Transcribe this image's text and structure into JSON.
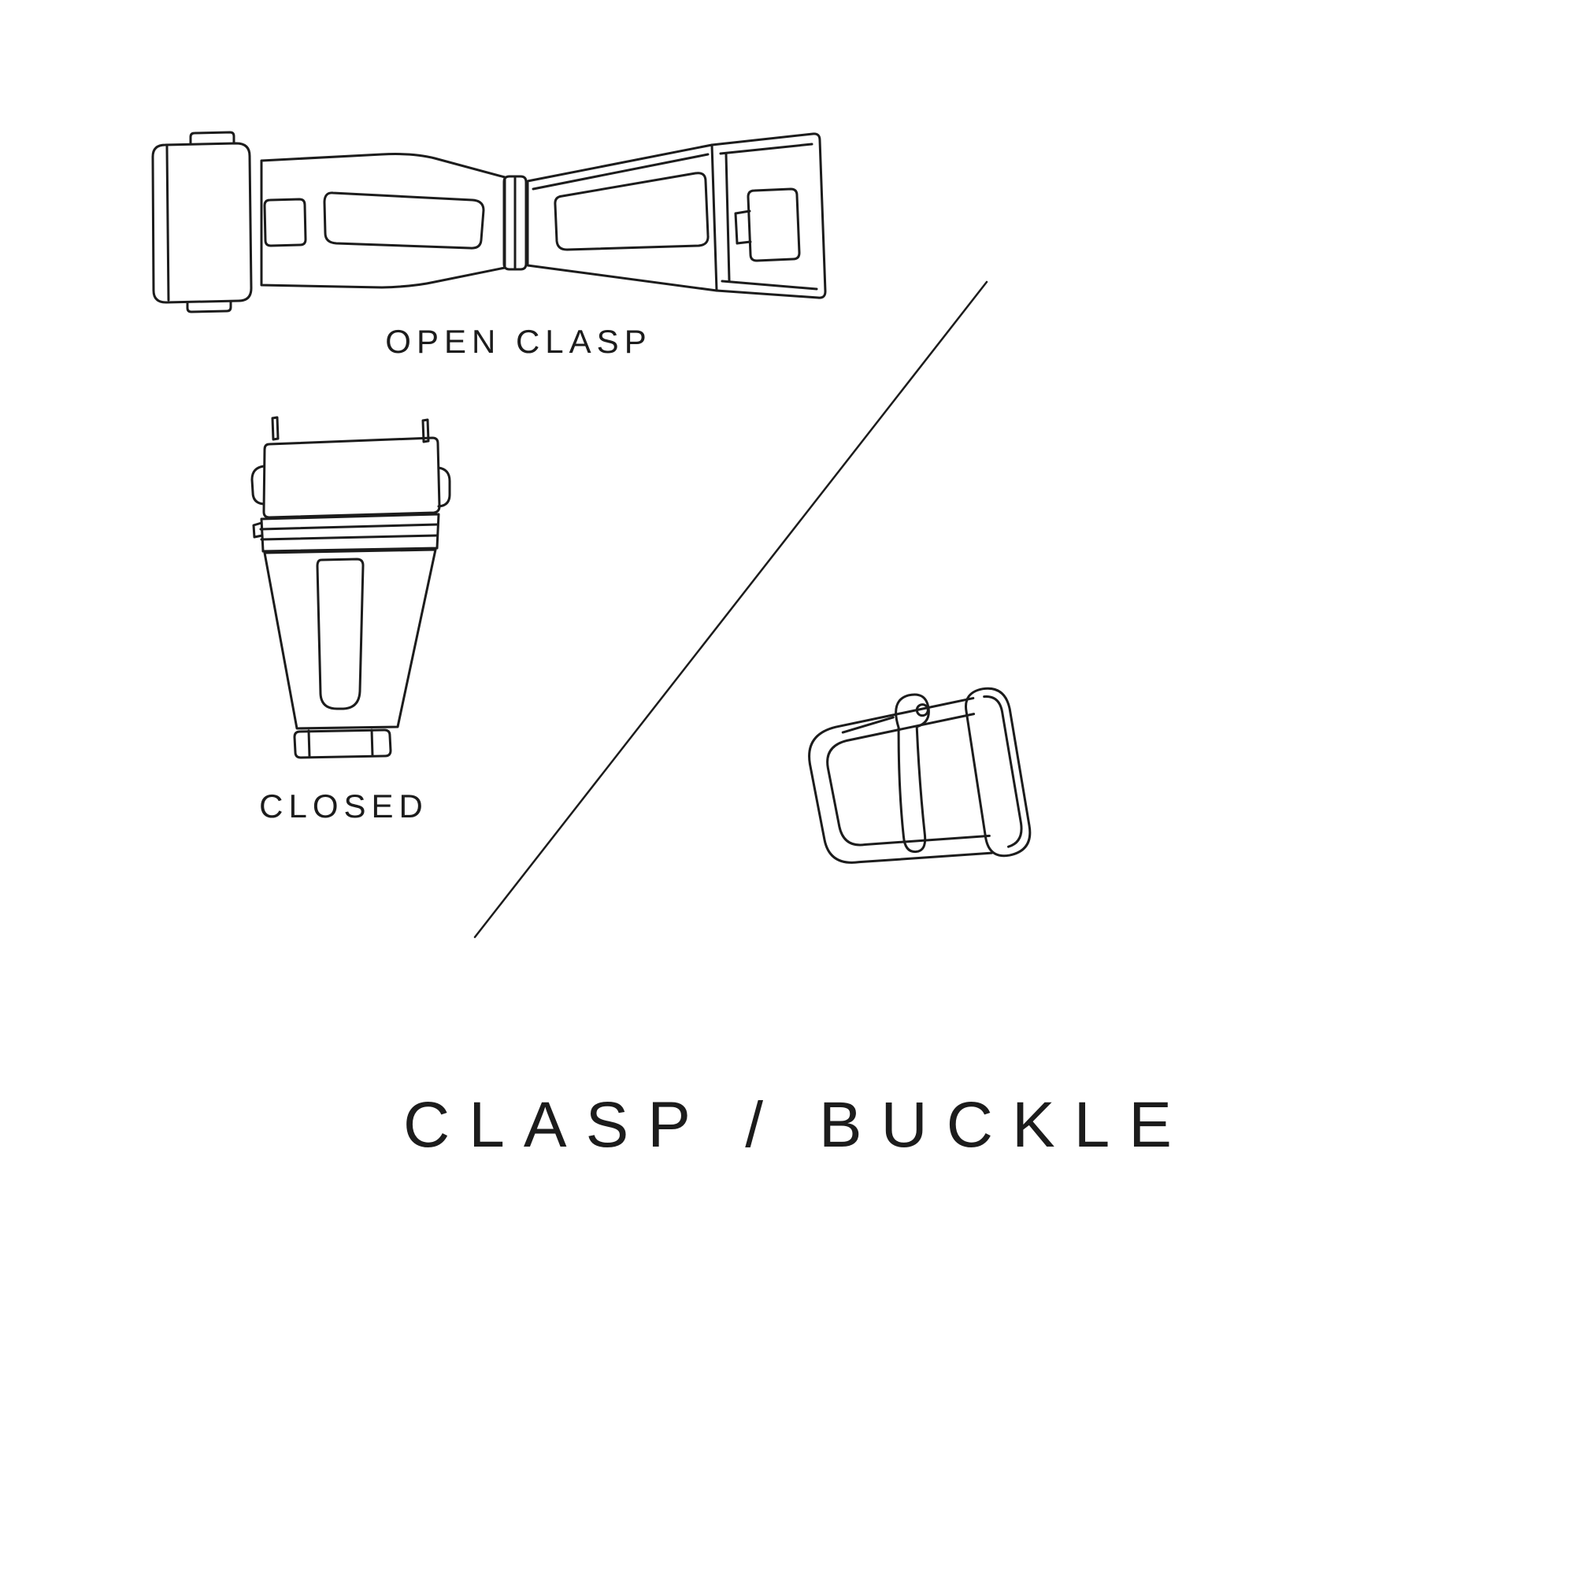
{
  "page": {
    "background": "#ffffff",
    "ink": "#1c1c1c"
  },
  "diagram": {
    "title": "CLASP / BUCKLE",
    "labels": {
      "open_clasp": "OPEN CLASP",
      "closed": "CLOSED"
    },
    "illustrations": [
      {
        "name": "open-clasp",
        "caption": "OPEN CLASP"
      },
      {
        "name": "closed-clasp",
        "caption": "CLOSED"
      },
      {
        "name": "tang-buckle",
        "caption": ""
      }
    ]
  }
}
